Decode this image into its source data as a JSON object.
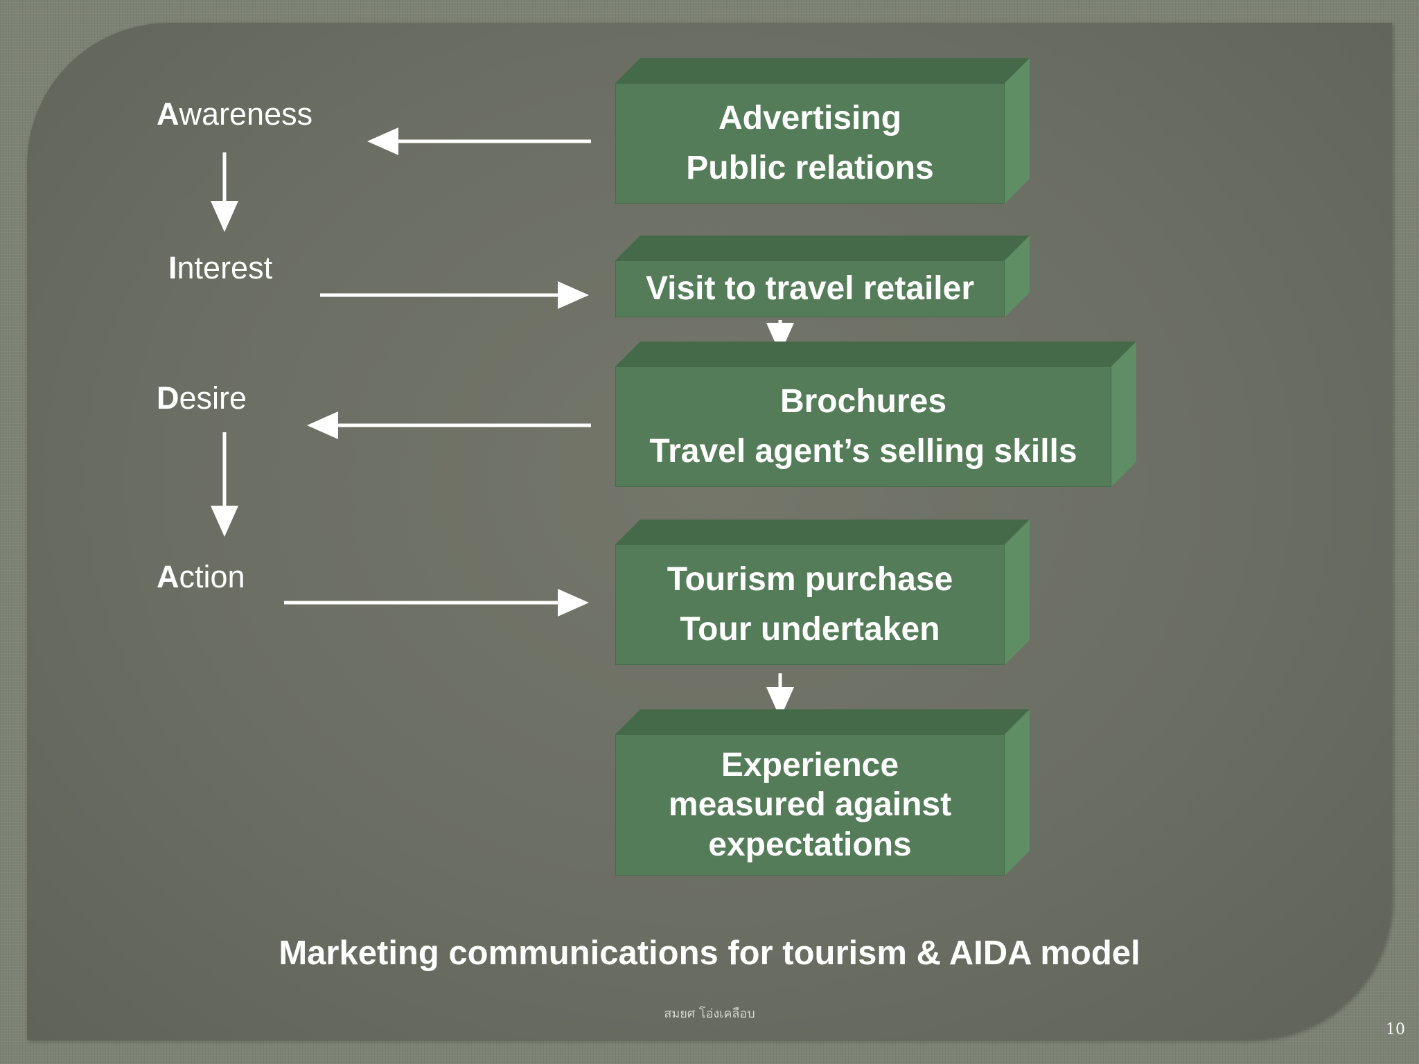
{
  "aida_stages": [
    {
      "first": "A",
      "rest": "wareness"
    },
    {
      "first": "I",
      "rest": "nterest"
    },
    {
      "first": "D",
      "rest": "esire"
    },
    {
      "first": "A",
      "rest": "ction"
    }
  ],
  "boxes": [
    {
      "lines": [
        "Advertising",
        "Public relations"
      ]
    },
    {
      "lines": [
        "Visit to travel retailer"
      ]
    },
    {
      "lines": [
        "Brochures",
        "Travel agent’s selling skills"
      ]
    },
    {
      "lines": [
        "Tourism purchase",
        "Tour undertaken"
      ]
    },
    {
      "lines": [
        "Experience",
        "measured against",
        "expectations"
      ]
    }
  ],
  "caption": "Marketing communications for tourism & AIDA model",
  "author": "สมยศ โอ่งเคลือบ",
  "page_number": "10",
  "colors": {
    "box_front": "#547c58",
    "box_top": "#456a4a",
    "box_side": "#5f8d64",
    "arrow": "#ffffff"
  }
}
